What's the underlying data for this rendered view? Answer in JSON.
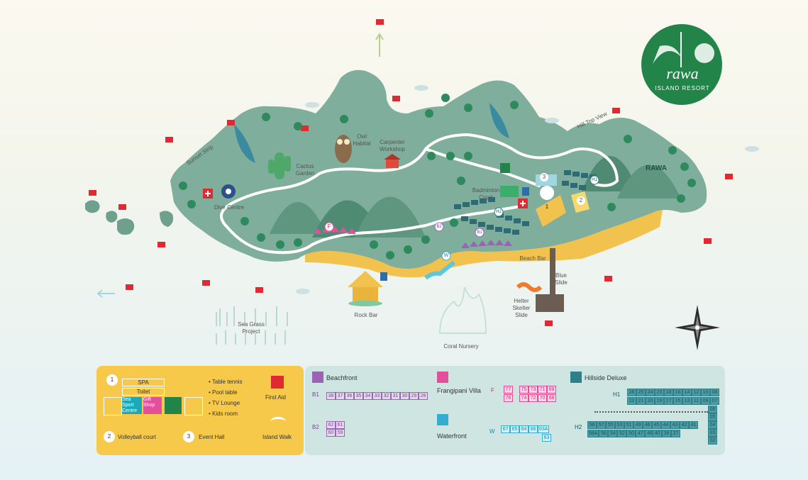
{
  "map_labels": {
    "sunset_strip": "Sunset Strip",
    "cactus_garden": "Cactus Garden",
    "owl_habitat": "Owl Habitat",
    "carpenter_workshop": "Carpenter Workshop",
    "dive_centre": "Dive Centre",
    "hill_top_view": "Hill Top View",
    "rawa": "RAWA",
    "badminton_court": "Badminton Court",
    "beach_bar": "Beach Bar",
    "blue_slide": "Blue Slide",
    "helter_skelter": "Helter Skelter Slide",
    "rock_bar": "Rock Bar",
    "sea_grass": "Sea Grass Project",
    "coral_nursery": "Coral Nursery",
    "marker_1": "1",
    "marker_2": "2",
    "marker_3": "3",
    "marker_f": "F",
    "marker_b1": "B1",
    "marker_b2": "B2",
    "marker_w": "W",
    "marker_h1": "H1",
    "marker_h2": "H2"
  },
  "logo": {
    "wordmark": "rawa",
    "subtitle": "ISLAND RESORT"
  },
  "colors": {
    "island": "#7fae9d",
    "island_dark": "#5e9481",
    "beach": "#f2c24e",
    "sea": "#e4f1f5",
    "logo_green": "#23844a",
    "path": "#ffffff",
    "flag": "#e02a33"
  },
  "legend": {
    "facilities": {
      "marker": "1",
      "spa": "SPA",
      "toilet": "Toilet",
      "sea_sport": "Sea Sport Centre",
      "gift_shop": "Gift Shop",
      "list": [
        "• Table tennis",
        "• Pool table",
        "• TV Lounge",
        "• Kids room"
      ],
      "first_aid": "First Aid",
      "island_walk": "Island Walk",
      "marker2": "2",
      "volleyball": "Volleyball court",
      "marker3": "3",
      "event_hall": "Event Hall"
    },
    "beachfront": {
      "title": "Beachfront",
      "b1_label": "B1",
      "b1_rooms": [
        "38",
        "37",
        "36",
        "35",
        "34",
        "33",
        "32",
        "31",
        "30",
        "29",
        "28"
      ],
      "b2_label": "B2",
      "b2_row1": [
        "62",
        "61"
      ],
      "b2_row2": [
        "60",
        "59"
      ]
    },
    "frangipani": {
      "title": "Frangipani Villa",
      "label": "F",
      "row1a": [
        "77"
      ],
      "row1b": [
        "75",
        "73",
        "71",
        "69"
      ],
      "row2a": [
        "76"
      ],
      "row2b": [
        "74",
        "72",
        "70",
        "68"
      ]
    },
    "waterfront": {
      "title": "Waterfront",
      "label": "W",
      "row1": [
        "67",
        "65",
        "64",
        "66",
        "63A"
      ],
      "row2": [
        "63"
      ]
    },
    "hillside": {
      "title": "Hillside Deluxe",
      "h1_label": "H1",
      "h1_row1": [
        "26",
        "25",
        "24",
        "23",
        "18",
        "16",
        "14",
        "12",
        "10",
        "08"
      ],
      "h1_row2": [
        "22",
        "21",
        "20",
        "19",
        "17",
        "15",
        "13",
        "11",
        "09",
        "07"
      ],
      "side_col": [
        "06",
        "05",
        "04",
        "03",
        "02"
      ],
      "h2_label": "H2",
      "h2_row1": [
        "58",
        "57",
        "55",
        "53",
        "51",
        "49",
        "48",
        "45",
        "44",
        "43",
        "42",
        "41"
      ],
      "h2_row2a": [
        "58A",
        "56",
        "54",
        "52",
        "50",
        "47",
        "46"
      ],
      "h2_row2b": [
        "40",
        "39",
        "27"
      ]
    }
  }
}
